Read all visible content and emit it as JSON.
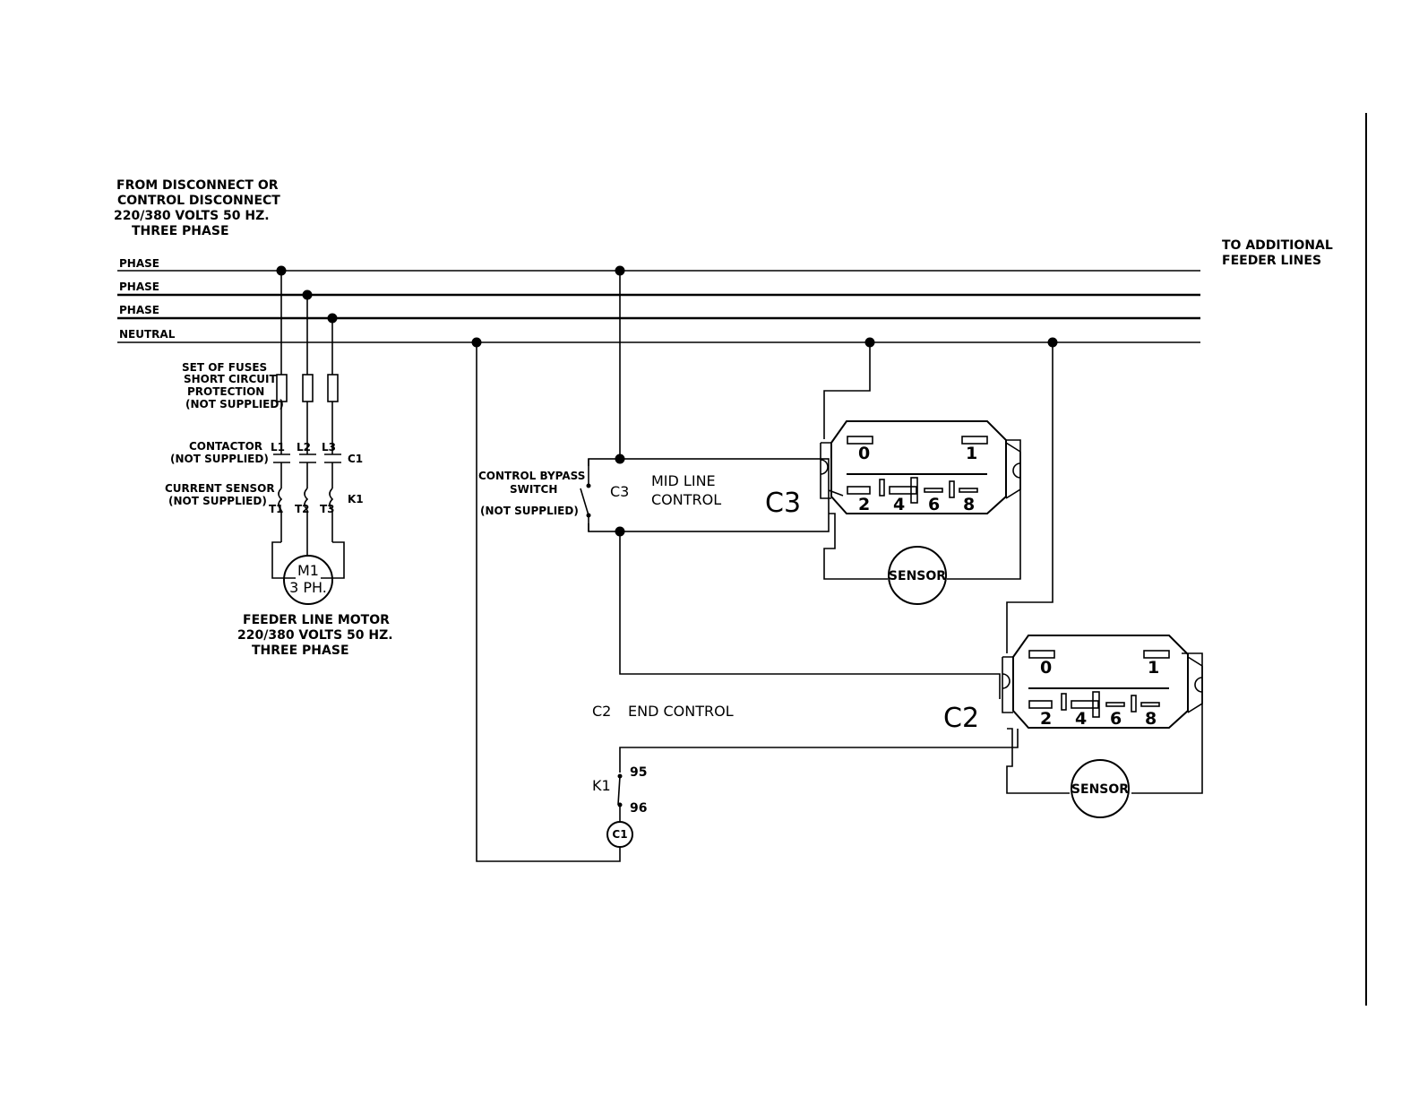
{
  "source_note": {
    "line1": "FROM DISCONNECT OR",
    "line2": "CONTROL DISCONNECT",
    "line3": "220/380 VOLTS 50 HZ.",
    "line4": "THREE PHASE"
  },
  "bus_lines": [
    "PHASE",
    "PHASE",
    "PHASE",
    "NEUTRAL"
  ],
  "additional_note": {
    "line1": "TO ADDITIONAL",
    "line2": "FEEDER LINES"
  },
  "fuses_note": {
    "line1": "SET OF FUSES",
    "line2": "SHORT CIRCUIT",
    "line3": "PROTECTION",
    "line4": "(NOT SUPPLIED)"
  },
  "contactor_note": {
    "line1": "CONTACTOR",
    "line2": "(NOT SUPPLIED)",
    "terminals": [
      "L1",
      "L2",
      "L3"
    ],
    "coil_tag": "C1"
  },
  "sensor_note": {
    "line1": "CURRENT SENSOR",
    "line2": "(NOT SUPPLIED)",
    "terminals": [
      "T1",
      "T2",
      "T3"
    ],
    "tag": "K1"
  },
  "motor": {
    "line1": "M1",
    "line2": "3 PH.",
    "caption1": "FEEDER LINE MOTOR",
    "caption2": "220/380 VOLTS 50 HZ.",
    "caption3": "THREE PHASE"
  },
  "bypass": {
    "line1": "CONTROL BYPASS",
    "line2": "SWITCH",
    "line3": "(NOT SUPPLIED)"
  },
  "mid_control": {
    "tag": "C3",
    "line1": "MID LINE",
    "line2": "CONTROL",
    "big_tag": "C3"
  },
  "end_control": {
    "tag": "C2",
    "label": "END CONTROL",
    "big_tag": "C2"
  },
  "switch_terminals": [
    "0",
    "1",
    "2",
    "4",
    "6",
    "8"
  ],
  "sensor_label": "SENSOR",
  "k1_contact": {
    "tag": "K1",
    "top": "95",
    "bottom": "96",
    "coil": "C1"
  }
}
